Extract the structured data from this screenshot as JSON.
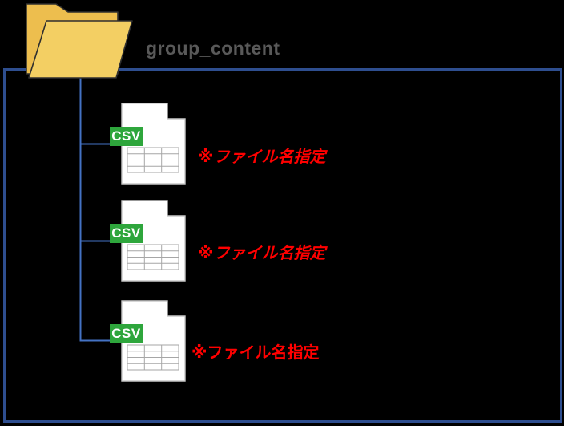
{
  "folder": {
    "label": "group_content"
  },
  "files": [
    {
      "badge": "CSV",
      "annotation": "※ファイル名指定"
    },
    {
      "badge": "CSV",
      "annotation": "※ファイル名指定"
    },
    {
      "badge": "CSV",
      "annotation": "※ファイル名指定"
    }
  ],
  "colors": {
    "background": "#000000",
    "container-border": "#2E4E8F",
    "connector": "#4472C4",
    "folder-back": "#EDBE4E",
    "folder-front": "#F3CF63",
    "folder-outline": "#2F2F2F",
    "csv-badge": "#2EA63C",
    "badge-text": "#FFFFFF",
    "doc-fill": "#FFFFFF",
    "doc-border": "#C9C9C9",
    "grid-line": "#A6A6A6",
    "annotation": "#FF0000",
    "title-text": "#595959"
  }
}
